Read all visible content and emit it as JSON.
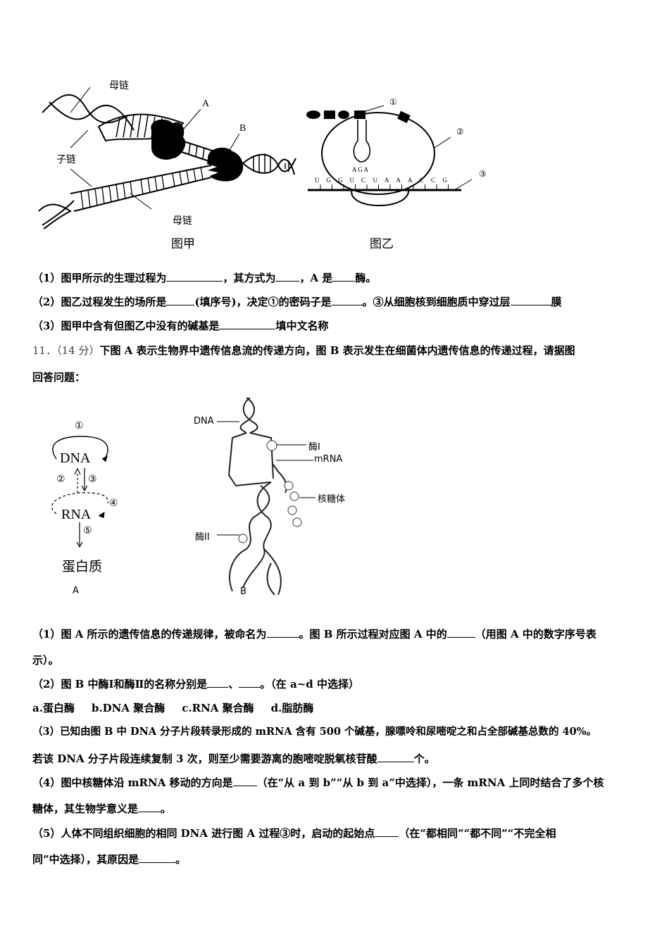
{
  "figure_jia": {
    "caption": "图甲",
    "labels": {
      "parent_strand_top": "母链",
      "daughter_strand": "子链",
      "parent_strand_bottom": "母链",
      "enzyme_a": "A",
      "enzyme_b": "B"
    }
  },
  "figure_yi": {
    "caption": "图乙",
    "labels": {
      "circle1": "①",
      "circle2": "②",
      "circle3": "③"
    },
    "anticodon": "A G A",
    "mrna_bases": [
      "U",
      "G",
      "G",
      "U",
      "C",
      "U",
      "A",
      "A",
      "A",
      "C",
      "C",
      "G"
    ]
  },
  "q10": {
    "items": [
      {
        "num": "（1）",
        "text": "图甲所示的生理过程为",
        "blank1_after": "，其方式为",
        "blank2_after": "，A 是",
        "blank3_after": "酶。"
      },
      {
        "num": "（2）",
        "text": "图乙过程发生的场所是",
        "blank1_after": "(填序号)，决定①的密码子是",
        "blank2_after": "。③从细胞核到细胞质中穿过层",
        "blank3_after": "膜"
      },
      {
        "num": "（3）",
        "text": "图甲中含有但图乙中没有的碱基是",
        "blank1_after": "填中文名称"
      }
    ]
  },
  "q11": {
    "number": "11．",
    "score": "（14 分）",
    "stem_line1": "下图 A 表示生物界中遗传信息流的传递方向，图 B 表示发生在细菌体内遗传信息的传递过程，请据图",
    "stem_line2": "回答问题：",
    "figure_a": {
      "caption": "A",
      "dna": "DNA",
      "rna": "RNA",
      "protein": "蛋白质",
      "steps": [
        "①",
        "②",
        "③",
        "④",
        "⑤"
      ]
    },
    "figure_b": {
      "caption": "B",
      "labels": {
        "dna": "DNA",
        "enzyme1": "酶I",
        "mrna": "mRNA",
        "ribosome": "核糖体",
        "enzyme2": "酶II"
      }
    },
    "sub": [
      {
        "num": "（1）",
        "line1a": "图 A 所示的遗传信息的传递规律，被命名为",
        "line1b": "。图 B 所示过程对应图 A 中的",
        "line1c": "（用图 A 中的数字序号表",
        "line2": "示）。"
      },
      {
        "num": "（2）",
        "a": "图 B 中酶Ⅰ和酶Ⅱ的名称分别是",
        "b": "、",
        "c": "。（在 a~d 中选择）"
      },
      {
        "options": [
          "a.蛋白酶",
          "b.DNA 聚合酶",
          "c.RNA 聚合酶",
          "d.脂肪酶"
        ]
      },
      {
        "num": "（3）",
        "line1": "已知由图 B 中 DNA 分子片段转录形成的 mRNA 含有 500 个碱基，腺嘌呤和尿嘧啶之和占全部碱基总数的 40%。",
        "line2a": "若该 DNA 分子片段连续复制 3 次，则至少需要游离的胞嘧啶脱氧核苷酸",
        "line2b": "个。"
      },
      {
        "num": "（4）",
        "line1a": "图中核糖体沿 mRNA 移动的方向是",
        "line1b": "（在“从 a 到 b”“从 b 到 a”中选择），一条 mRNA 上同时结合了多个核",
        "line2a": "糖体，其生物学意义是",
        "line2b": "。"
      },
      {
        "num": "（5）",
        "line1a": "人体不同组织细胞的相同 DNA 进行图 A 过程③时，启动的起始点",
        "line1b": "（在“都相同”“都不同”“不完全相",
        "line2a": "同”中选择），其原因是",
        "line2b": "。"
      }
    ]
  }
}
